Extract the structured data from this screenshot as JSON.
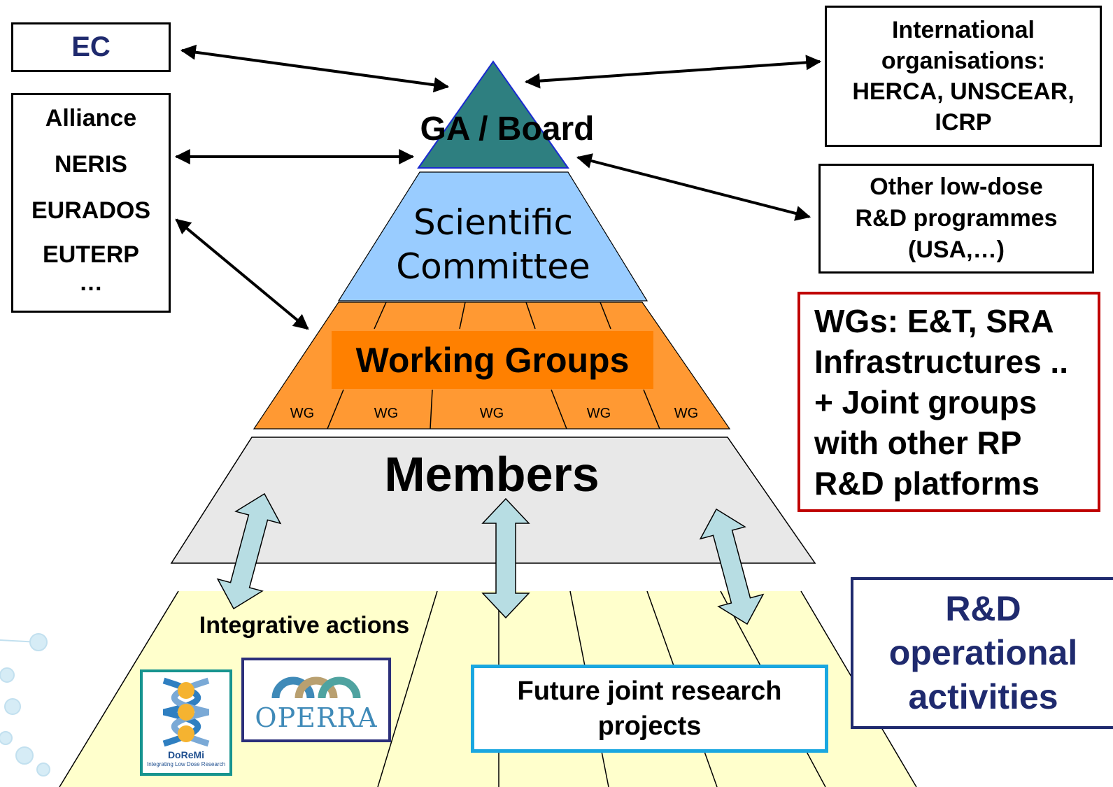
{
  "colors": {
    "top": "#2e7f80",
    "scientific": "#99ccff",
    "working_groups": "#ff9933",
    "working_groups_label_bg": "#ff8000",
    "members": "#e8e8e8",
    "base": "#ffffcc",
    "arrow_fill": "#b7dde3",
    "ec_text": "#1f2a6e",
    "wg_note_border": "#c00000",
    "rd_border": "#1f2a6e",
    "future_border": "#1aa7e0"
  },
  "pyramid": {
    "top_label": "GA / Board",
    "scientific_label": [
      "Scientific",
      "Committee"
    ],
    "working_groups_label": "Working Groups",
    "wg_labels": [
      "WG",
      "WG",
      "WG",
      "WG",
      "WG"
    ],
    "members_label": "Members",
    "integrative_label": "Integrative actions"
  },
  "left": {
    "ec": "EC",
    "alliance": [
      "Alliance",
      "NERIS",
      "EURADOS",
      "EUTERP",
      "…"
    ]
  },
  "right": {
    "international": [
      "International",
      "organisations:",
      "HERCA, UNSCEAR,",
      "ICRP"
    ],
    "lowdose": [
      "Other low-dose",
      "R&D programmes",
      "(USA,…)"
    ],
    "wg_note": [
      "WGs: E&T, SRA",
      "Infrastructures ..",
      "+ Joint groups",
      "with other RP",
      "R&D platforms"
    ],
    "rd": [
      "R&D",
      "operational",
      "activities"
    ]
  },
  "future": [
    "Future joint research",
    "projects"
  ],
  "logos": {
    "doremi": {
      "name": "DoReMi",
      "tagline": "Integrating Low Dose Research"
    },
    "opera": {
      "name": "OPERRA"
    }
  }
}
